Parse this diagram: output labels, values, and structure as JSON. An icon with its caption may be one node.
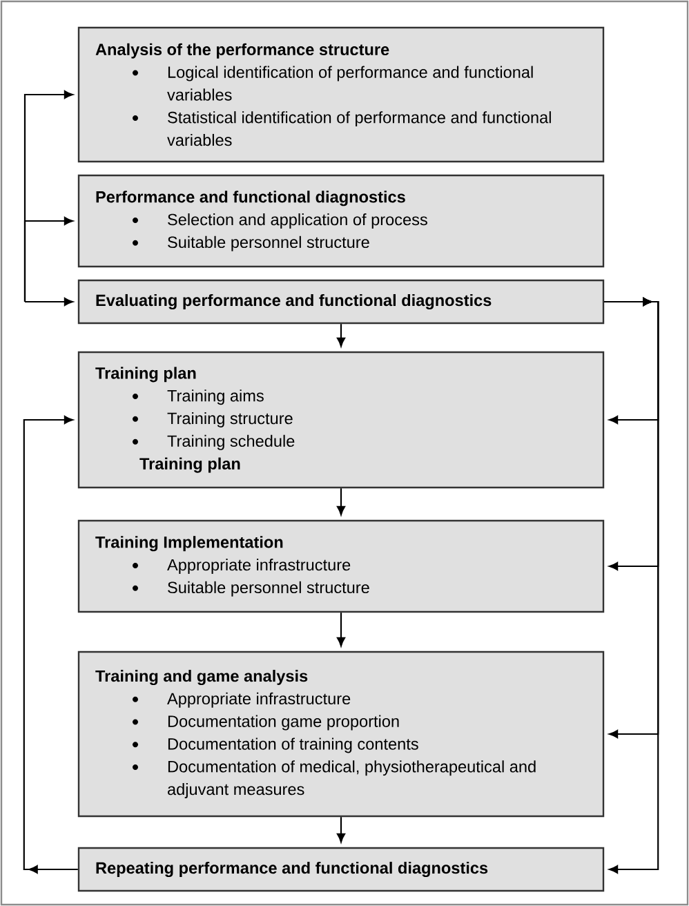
{
  "diagram": {
    "nodes": [
      {
        "text": [
          "Analysis of the performance structure",
          "Logical identification of performance and functional variables",
          "Statistical identification of performance and functional variables"
        ]
      },
      {
        "text": [
          "Performance and functional diagnostics",
          "Selection and application of process",
          "Suitable personnel structure"
        ]
      },
      {
        "text": [
          "Evaluating performance and functional diagnostics"
        ]
      },
      {
        "text": [
          "Training plan",
          "Training aims",
          "Training structure",
          "Training schedule",
          "Training plan"
        ]
      },
      {
        "text": [
          "Training Implementation",
          "Appropriate infrastructure",
          "Suitable personnel structure"
        ]
      },
      {
        "text": [
          "Training and game analysis",
          "Appropriate infrastructure",
          "Documentation game proportion",
          "Documentation of training contents",
          "Documentation of medical, physiotherapeutical and adjuvant measures"
        ]
      },
      {
        "text": [
          "Repeating performance and functional diagnostics"
        ]
      }
    ],
    "edges": [
      {
        "from": null,
        "to": 0,
        "arrow": "to"
      },
      {
        "from": null,
        "to": 1,
        "arrow": "to"
      },
      {
        "from": null,
        "to": 2,
        "arrow": "to"
      },
      {
        "from": 6,
        "to": 3,
        "arrow": "to"
      },
      {
        "from": 2,
        "to": 3,
        "arrow": "to"
      },
      {
        "from": 2,
        "to": 4,
        "arrow": "to"
      },
      {
        "from": 2,
        "to": 5,
        "arrow": "to"
      },
      {
        "from": 2,
        "to": 6,
        "arrow": "to"
      },
      {
        "from": 2,
        "to": 3,
        "arrow": "to"
      },
      {
        "from": 3,
        "to": 4,
        "arrow": "to"
      },
      {
        "from": 4,
        "to": 5,
        "arrow": "to"
      },
      {
        "from": 5,
        "to": 6,
        "arrow": "to"
      }
    ]
  }
}
